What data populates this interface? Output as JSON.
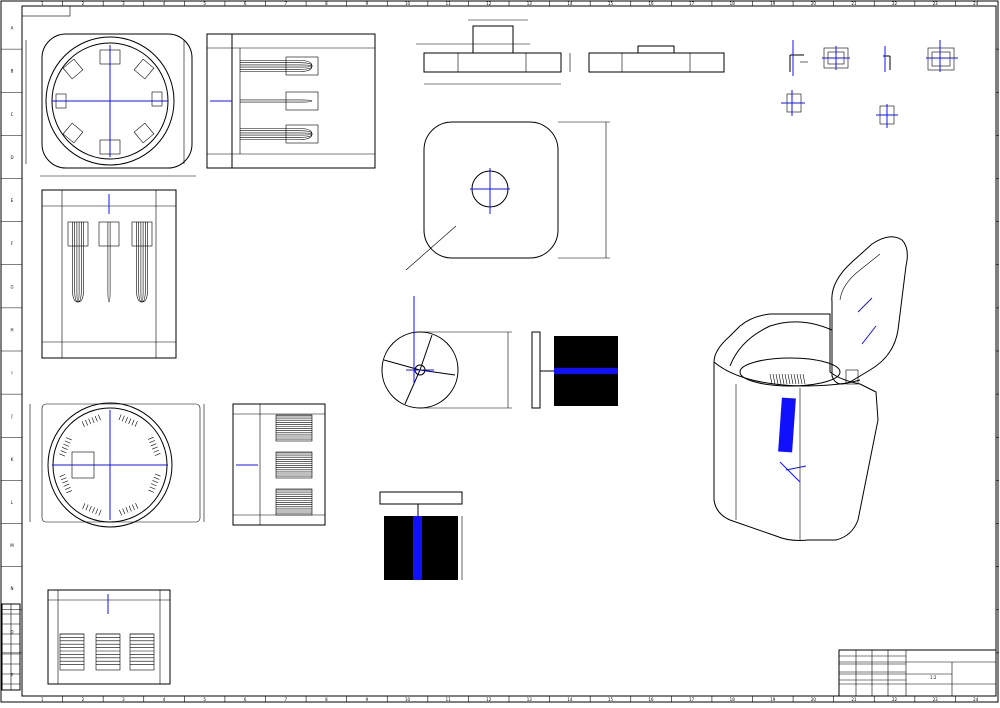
{
  "drawing": {
    "border_col_numbers": [
      "1",
      "2",
      "3",
      "4",
      "5",
      "6",
      "7",
      "8",
      "9",
      "10",
      "11",
      "12",
      "13",
      "14",
      "15",
      "16",
      "17",
      "18",
      "19",
      "20",
      "21",
      "22",
      "23",
      "24"
    ],
    "border_row_letters": [
      "A",
      "B",
      "C",
      "D",
      "E",
      "F",
      "G",
      "H",
      "I",
      "J",
      "K",
      "L",
      "M",
      "N",
      "O",
      "P"
    ],
    "title_block": {
      "title": "",
      "scale": "1:2",
      "sheet": ""
    }
  },
  "colors": {
    "line": "#000000",
    "center_mark": "#1010ff",
    "background": "#ffffff"
  }
}
